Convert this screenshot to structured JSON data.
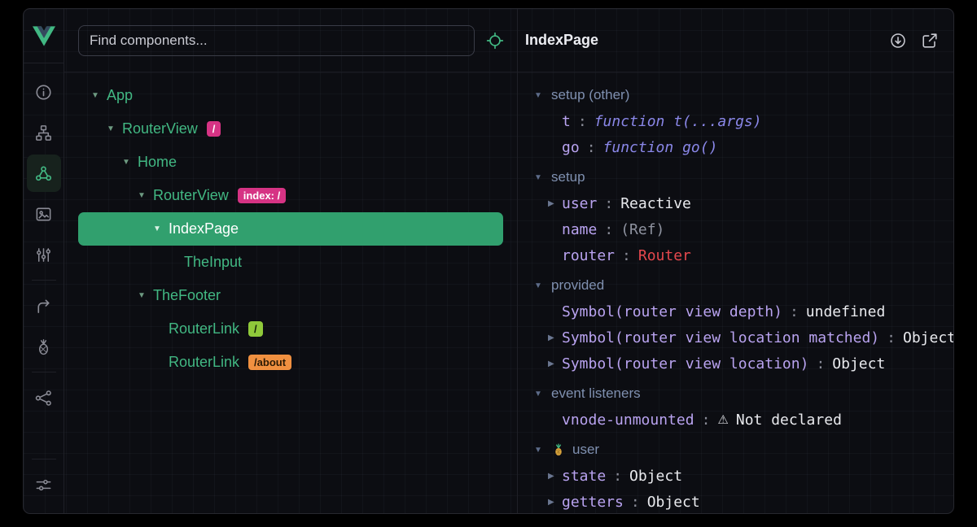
{
  "colors": {
    "accent_green": "#42b883",
    "selected_row": "#31a06e",
    "badge_pink": "#d63384",
    "badge_green": "#8fc93a",
    "badge_orange": "#f09040",
    "key_lavender": "#b9a3f0",
    "function_purple": "#8a87e8",
    "router_red": "#e5484d",
    "section_header": "#7f90b0"
  },
  "glyphs": {
    "caret_down": "▼",
    "caret_right": "▶",
    "warning": "⚠",
    "colon": ":"
  },
  "sidebar": {
    "icons": [
      "vue-logo",
      "info-icon",
      "component-tree-icon",
      "components-icon (active)",
      "assets-icon",
      "timeline-icon",
      "router-icon",
      "pinia-pineapple-icon",
      "graph-icon",
      "settings-icon"
    ]
  },
  "search": {
    "placeholder": "Find components..."
  },
  "tree": {
    "rows": [
      {
        "label": "App",
        "depth": 0,
        "expandable": true
      },
      {
        "label": "RouterView",
        "depth": 1,
        "expandable": true,
        "badge": {
          "text": "/",
          "type": "pink"
        }
      },
      {
        "label": "Home",
        "depth": 2,
        "expandable": true
      },
      {
        "label": "RouterView",
        "depth": 3,
        "expandable": true,
        "badge": {
          "text": "index: /",
          "type": "pink"
        }
      },
      {
        "label": "IndexPage",
        "depth": 4,
        "expandable": true,
        "selected": true
      },
      {
        "label": "TheInput",
        "depth": 5,
        "expandable": false
      },
      {
        "label": "TheFooter",
        "depth": 3,
        "expandable": true
      },
      {
        "label": "RouterLink",
        "depth": 4,
        "expandable": false,
        "badge": {
          "text": "/",
          "type": "green"
        }
      },
      {
        "label": "RouterLink",
        "depth": 4,
        "expandable": false,
        "badge": {
          "text": "/about",
          "type": "orange"
        }
      }
    ]
  },
  "inspector": {
    "title": "IndexPage",
    "header_icons": [
      "scroll-to-component-icon",
      "open-in-editor-icon"
    ],
    "sections": [
      {
        "title": "setup (other)",
        "items": [
          {
            "key": "t",
            "value": "function t(...args)",
            "kind": "function",
            "expandable": false
          },
          {
            "key": "go",
            "value": "function go()",
            "kind": "function",
            "expandable": false
          }
        ]
      },
      {
        "title": "setup",
        "items": [
          {
            "key": "user",
            "value": "Reactive",
            "kind": "plain",
            "expandable": true
          },
          {
            "key": "name",
            "value": "(Ref)",
            "kind": "muted",
            "expandable": false
          },
          {
            "key": "router",
            "value": "Router",
            "kind": "red",
            "expandable": false
          }
        ]
      },
      {
        "title": "provided",
        "items": [
          {
            "key": "Symbol(router view depth)",
            "value": "undefined",
            "kind": "plain",
            "expandable": false
          },
          {
            "key": "Symbol(router view location matched)",
            "value": "Object",
            "kind": "plain",
            "expandable": true
          },
          {
            "key": "Symbol(router view location)",
            "value": "Object",
            "kind": "plain",
            "expandable": true
          }
        ]
      },
      {
        "title": "event listeners",
        "items": [
          {
            "key": "vnode-unmounted",
            "value": "Not declared",
            "kind": "plain",
            "warn": true,
            "expandable": false
          }
        ]
      },
      {
        "title": "user",
        "pinia": true,
        "items": [
          {
            "key": "state",
            "value": "Object",
            "kind": "plain",
            "expandable": true
          },
          {
            "key": "getters",
            "value": "Object",
            "kind": "plain",
            "expandable": true
          }
        ]
      }
    ]
  }
}
